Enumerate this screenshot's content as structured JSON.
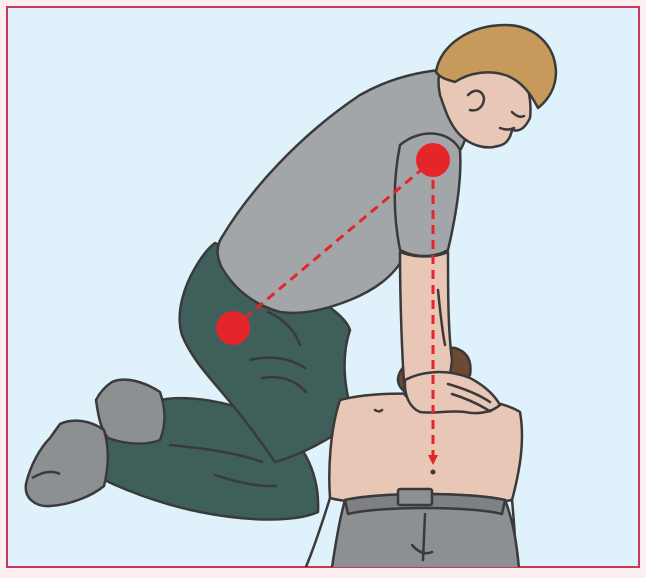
{
  "illustration": {
    "subject": "cpr-chest-compression-posture",
    "colors": {
      "frame_border": "#c8385a",
      "background": "#dff1fa",
      "outer_background": "#fdeef0",
      "shirt": "#a3a6a9",
      "trousers": "#3f605a",
      "socks": "#8d9093",
      "skin": "#e8c7b6",
      "hair": "#c79a5c",
      "patient_hair": "#6e4a33",
      "outline": "#3a3a3a",
      "marker": "#e4262b"
    },
    "icons": [
      "rescuer-figure",
      "patient-figure",
      "shoulder-pivot-marker",
      "hip-pivot-marker",
      "compression-arrow"
    ]
  }
}
